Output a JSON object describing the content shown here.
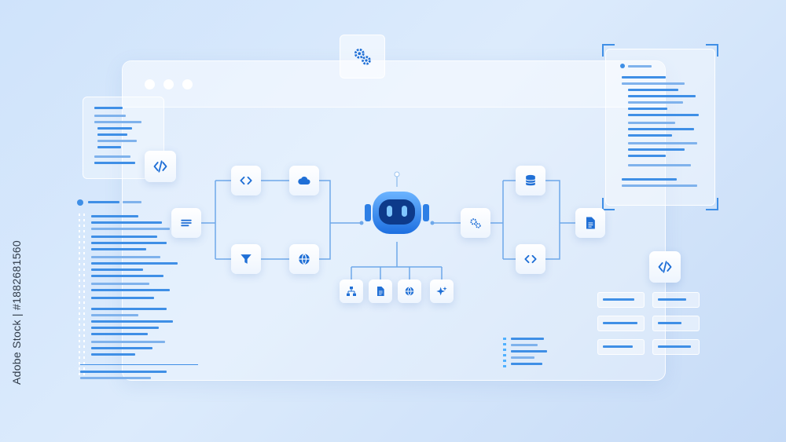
{
  "colors": {
    "accent": "#3f8fe6",
    "accent_dark": "#1f6fd6",
    "robot_face": "#0d3a8a",
    "background": "#d4e6fb"
  },
  "watermark": {
    "stock_id": "Adobe Stock | #1882681560"
  },
  "robot": {
    "icon": "robot-head-icon"
  },
  "nodes_left": [
    {
      "id": "list",
      "icon": "list-icon"
    },
    {
      "id": "code_top",
      "icon": "code-icon"
    },
    {
      "id": "cloud",
      "icon": "cloud-icon"
    },
    {
      "id": "filter",
      "icon": "filter-icon"
    },
    {
      "id": "globe",
      "icon": "globe-icon"
    }
  ],
  "nodes_right": [
    {
      "id": "gears",
      "icon": "gears-icon"
    },
    {
      "id": "database",
      "icon": "database-icon"
    },
    {
      "id": "code_bottom",
      "icon": "code-icon"
    },
    {
      "id": "document",
      "icon": "document-icon"
    }
  ],
  "nodes_bottom": [
    {
      "id": "hierarchy",
      "icon": "hierarchy-icon"
    },
    {
      "id": "doc",
      "icon": "document-icon"
    },
    {
      "id": "globe",
      "icon": "globe-icon"
    },
    {
      "id": "sparkle",
      "icon": "sparkle-icon"
    }
  ]
}
